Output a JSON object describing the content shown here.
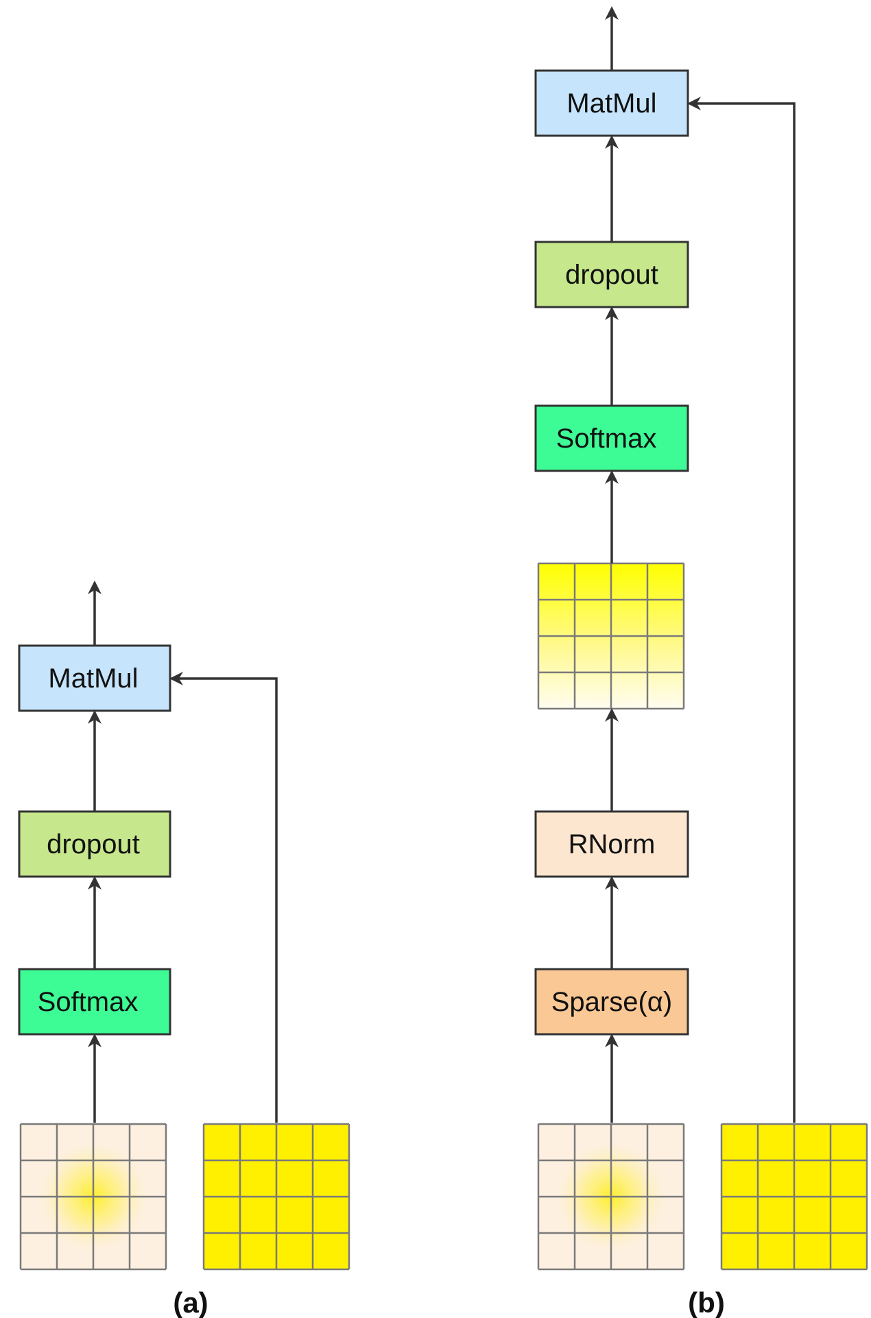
{
  "panel_a": {
    "caption": "(a)",
    "matmul_label": "MatMul",
    "dropout_label": "dropout",
    "softmax_label": "Softmax"
  },
  "panel_b": {
    "caption": "(b)",
    "matmul_label": "MatMul",
    "dropout_label": "dropout",
    "softmax_label": "Softmax",
    "rnorm_label": "RNorm",
    "sparse_label": "Sparse(α)"
  },
  "colors": {
    "matmul": "#c6e4fb",
    "dropout": "#c6e78c",
    "softmax": "#3dfb95",
    "rnorm": "#fde6cf",
    "sparse": "#fac894",
    "yellow_matrix": "#fff000",
    "attention_matrix_base": "#fdf0e1",
    "attention_matrix_glow": "#ffee33",
    "stroke": "#333333"
  }
}
